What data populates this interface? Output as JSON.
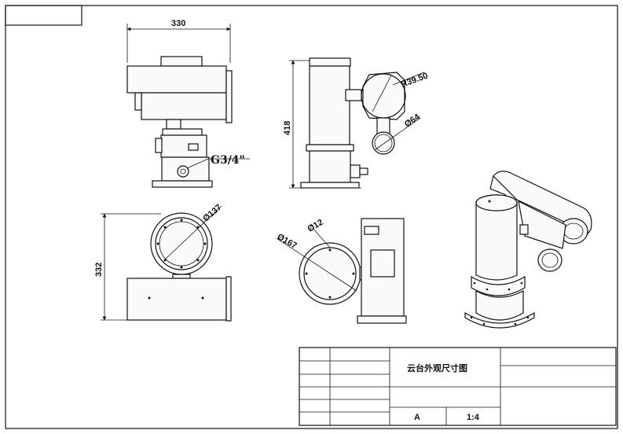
{
  "drawing": {
    "dimensions": {
      "width_top": "330",
      "height_side": "418",
      "height_plan": "332",
      "thread": "G3/4\"",
      "radius_side": "R39.50",
      "dia_64": "Ø64",
      "dia_137": "Ø137",
      "dia_167": "Ø167",
      "dia_12": "Ø12"
    },
    "title_block": {
      "title": "云台外观尺寸图",
      "material": "A",
      "scale": "1:4"
    }
  }
}
